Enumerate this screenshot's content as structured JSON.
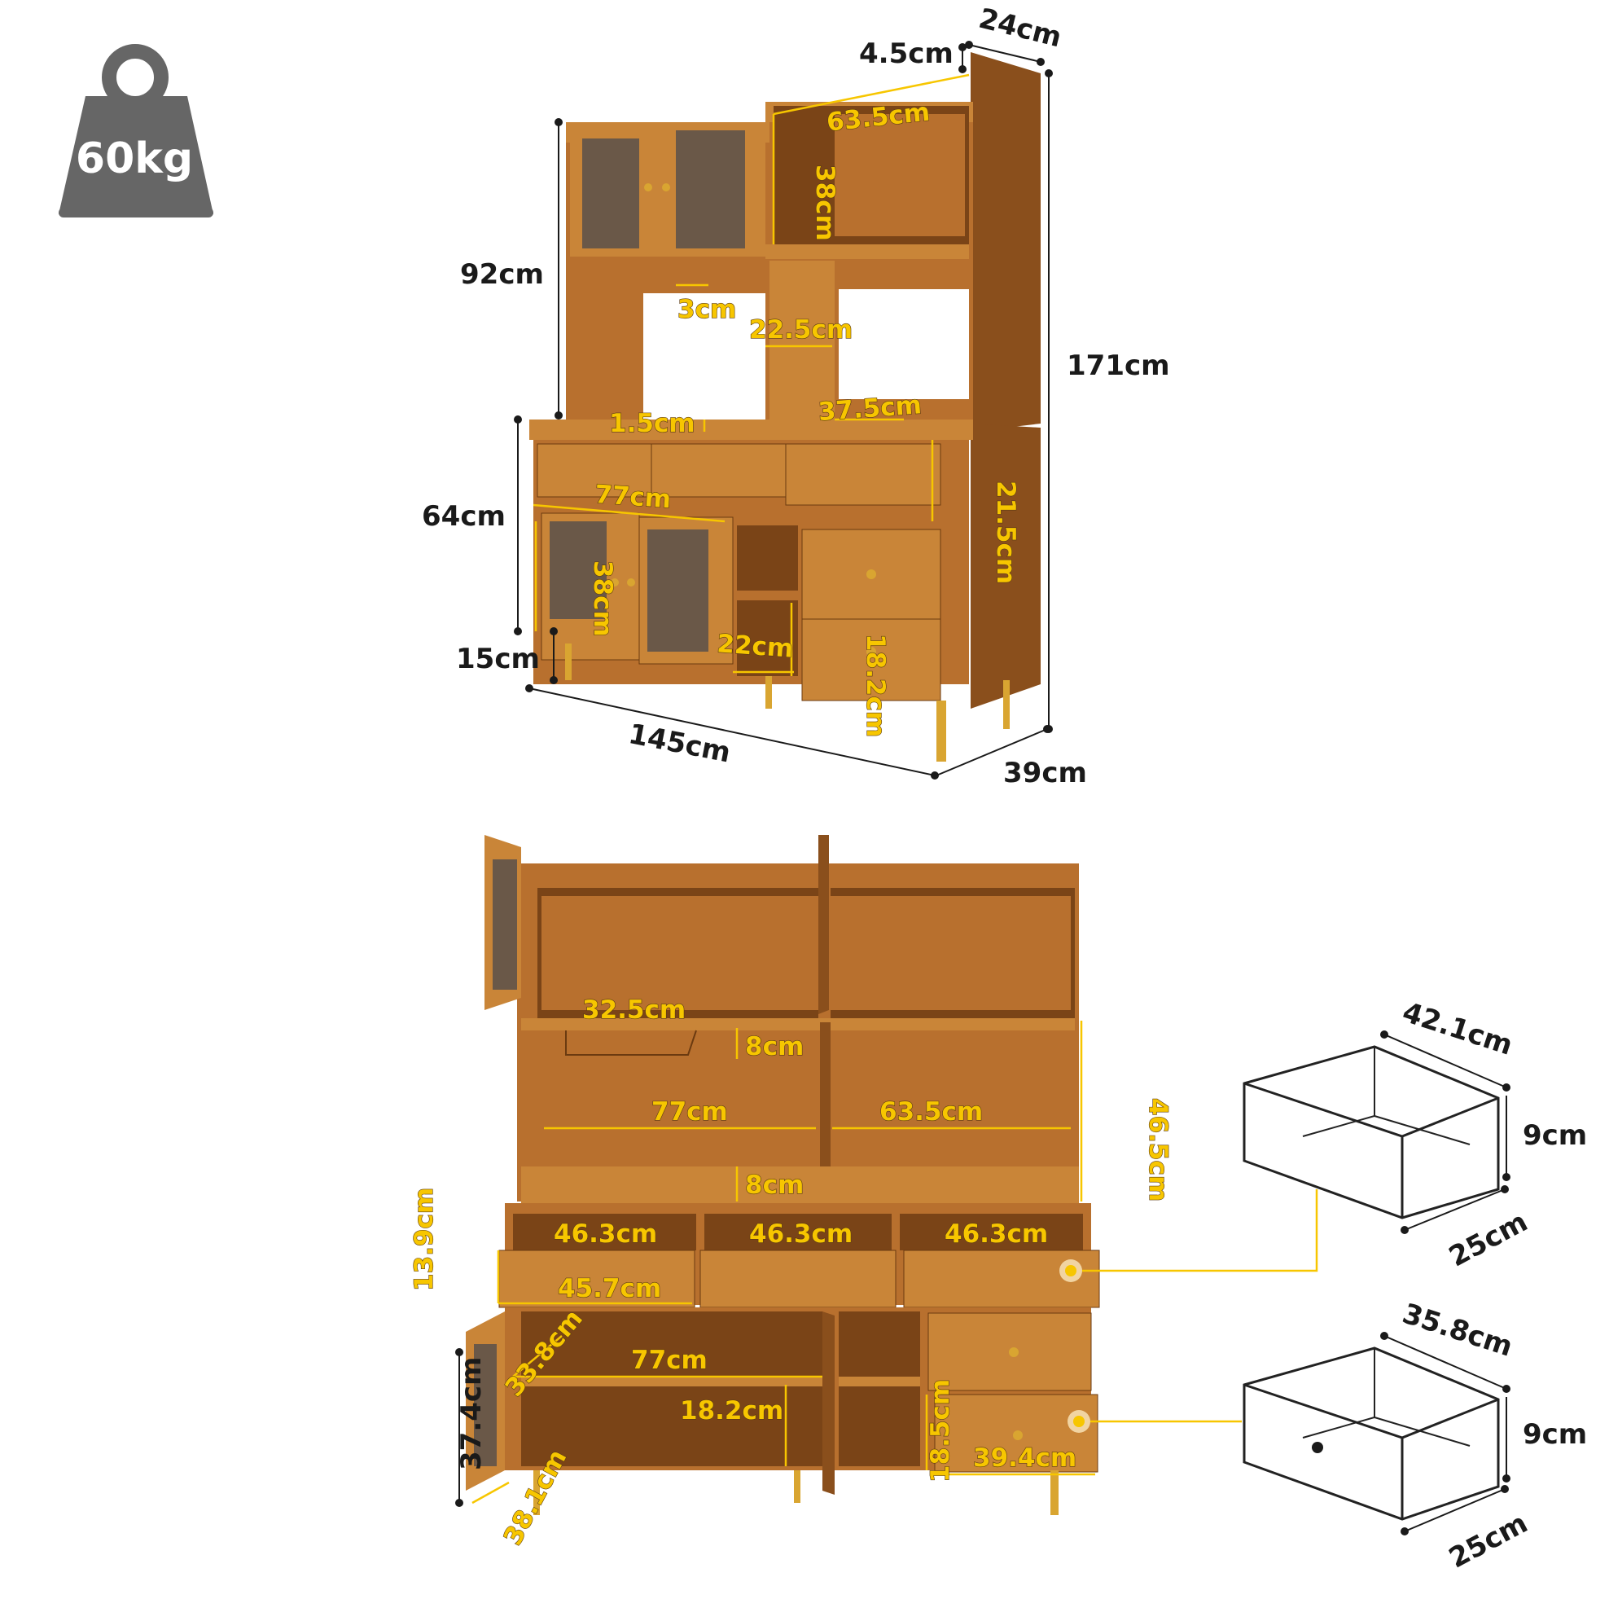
{
  "weight": {
    "label": "60kg",
    "icon": "weight-icon"
  },
  "colors": {
    "wood": "#b8702e",
    "accent": "#f7c600",
    "dimension_line": "#1a1a1a",
    "leg": "#d9a531"
  },
  "front_view": {
    "overall": {
      "width": "145cm",
      "depth": "39cm",
      "height": "171cm",
      "top_depth": "24cm",
      "top_offset": "4.5cm"
    },
    "upper": {
      "height": "92cm",
      "cabinet_width": "63.5cm",
      "cabinet_height": "38cm",
      "rack_gap": "3cm",
      "open_width": "22.5cm",
      "shelf_width": "37.5cm",
      "shelf_thickness": "1.5cm"
    },
    "lower": {
      "height": "64cm",
      "leg_height": "15cm",
      "door_width": "77cm",
      "door_height": "38cm",
      "drawer_height": "21.5cm",
      "niche_width": "22cm",
      "niche_height": "18.2cm"
    }
  },
  "open_view": {
    "rack_width": "32.5cm",
    "rack_gap": "8cm",
    "left_width": "77cm",
    "right_width": "63.5cm",
    "open_height": "46.5cm",
    "shelf_gap": "8cm",
    "drawer_inner_1": "46.3cm",
    "drawer_inner_2": "46.3cm",
    "drawer_inner_3": "46.3cm",
    "drawer_outer": "45.7cm",
    "drawer_height": "13.9cm",
    "door_depth": "33.8cm",
    "cabinet_width": "77cm",
    "door_height": "37.4cm",
    "door_bottom_depth": "38.1cm",
    "niche_height": "18.2cm",
    "side_drawer_height": "18.5cm",
    "side_drawer_width": "39.4cm"
  },
  "drawer_top": {
    "width": "42.1cm",
    "height": "9cm",
    "depth": "25cm"
  },
  "drawer_bottom": {
    "width": "35.8cm",
    "height": "9cm",
    "depth": "25cm"
  }
}
